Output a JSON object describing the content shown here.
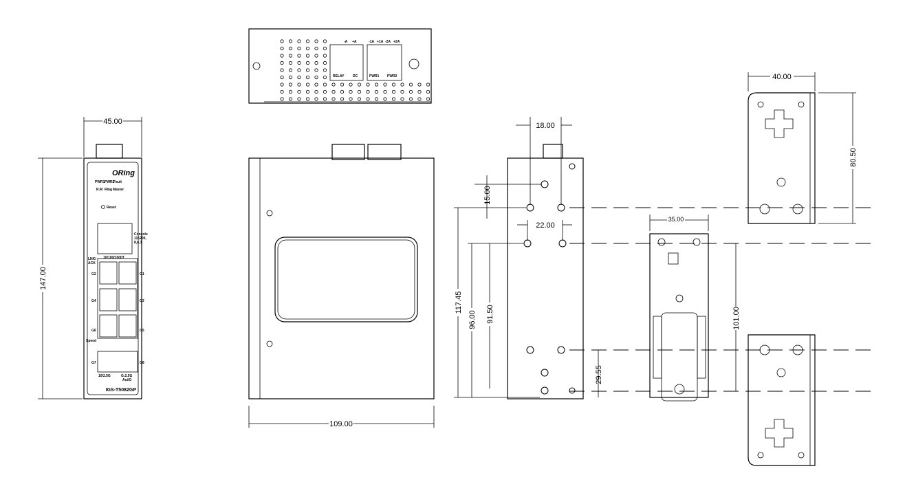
{
  "dimensions": {
    "front_width": "45.00",
    "front_height": "147.00",
    "side_depth": "109.00",
    "hole_spacing_top": "18.00",
    "hole_offset_top": "15.00",
    "hole_spacing_mid": "22.00",
    "height_117": "117.45",
    "height_96": "96.00",
    "height_91": "91.50",
    "height_29": "29.55",
    "din_width": "35.00",
    "din_height": "101.00",
    "bracket_width": "40.00",
    "bracket_height": "80.50"
  },
  "front_panel": {
    "brand": "ORing",
    "led_pwr1": "PWR1",
    "led_pwr2": "PWR2",
    "led_fault": "Fault",
    "led_rm": "R.M",
    "led_ring": "Ring",
    "led_master": "Master",
    "reset": "Reset",
    "console": "Console",
    "console_baud": "115200,",
    "console_fmt": "8,n,1",
    "ports_header": "10/100/1000T",
    "lnk": "LNK/",
    "ack": "ACK",
    "speed": "Speed",
    "ports": [
      "G1",
      "G2",
      "G3",
      "G4",
      "G5",
      "G6",
      "G7",
      "G8"
    ],
    "sfp_left": "10/2.5G",
    "sfp_right": "G:2.5G",
    "sfp_act": "Act/G",
    "model": "IGS-T5082GP"
  },
  "top_panel": {
    "labels": [
      "+A",
      "-A",
      "-1A",
      "+1A",
      "-2A",
      "+2A"
    ],
    "dc": "DC",
    "pwr1": "PWR1",
    "pwr2": "PWR2",
    "relay": "RELAY"
  }
}
